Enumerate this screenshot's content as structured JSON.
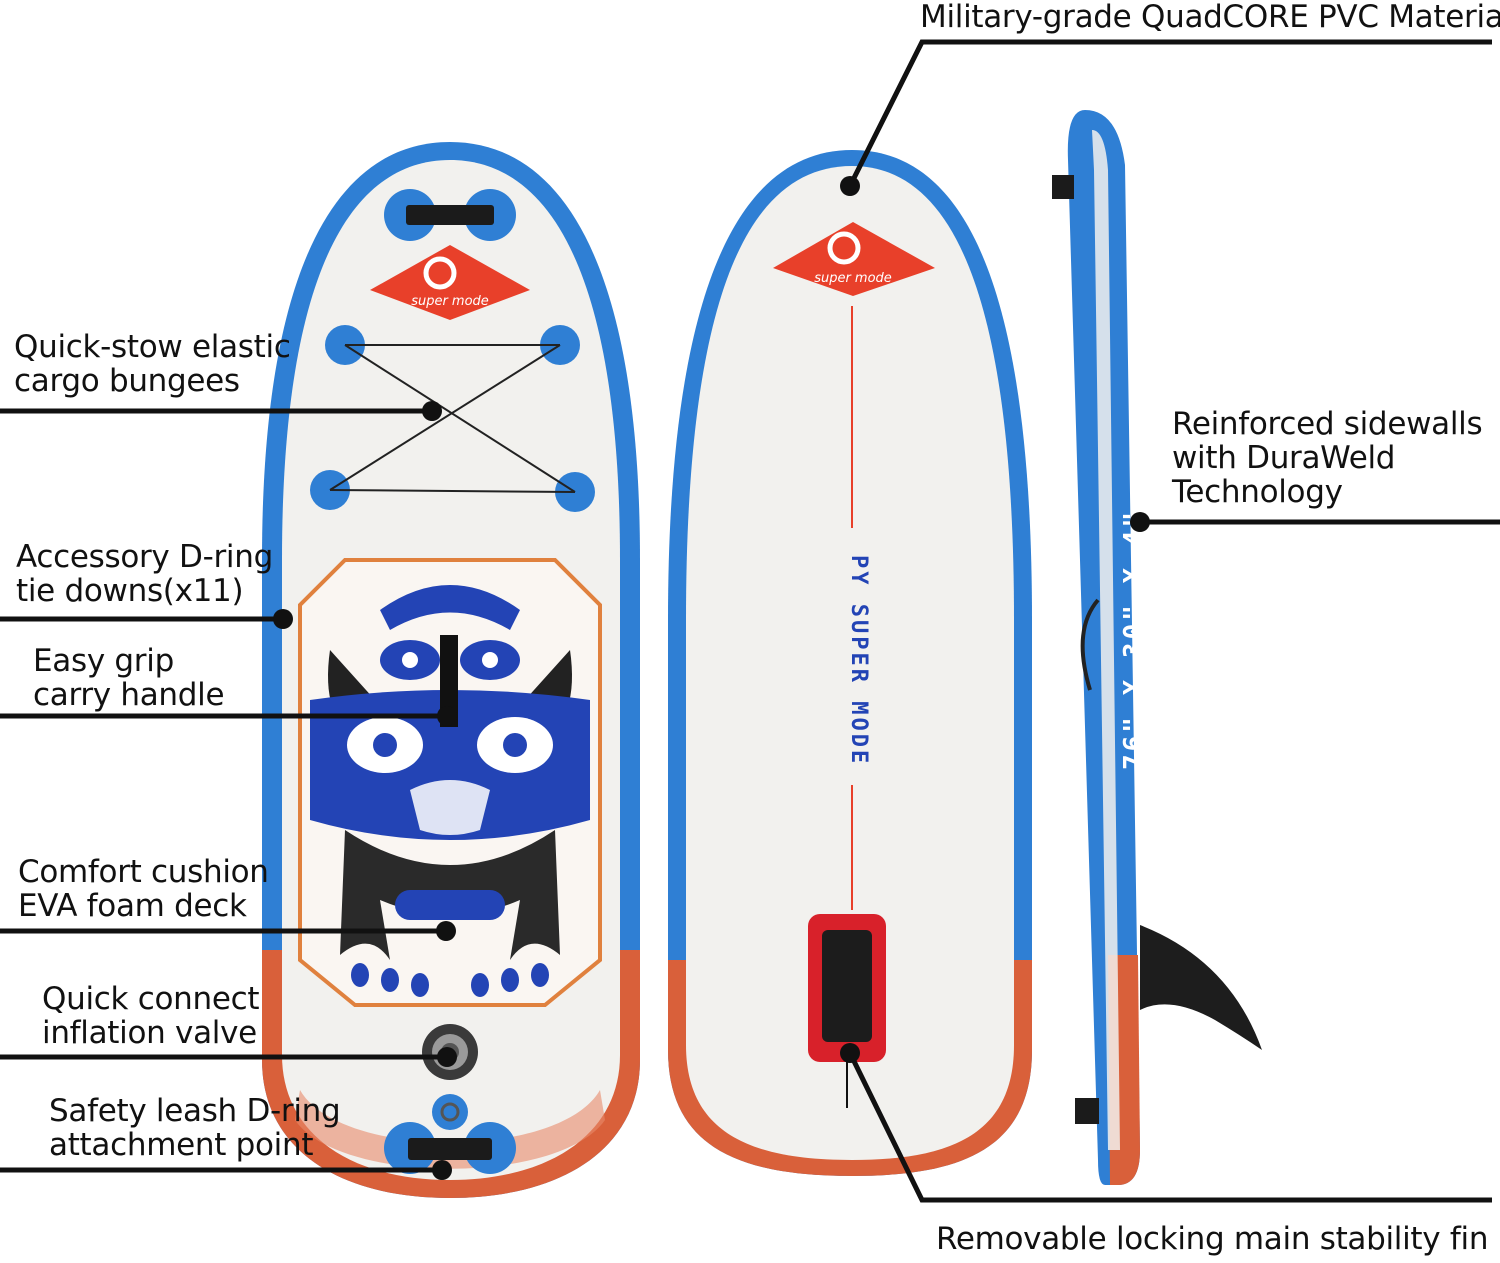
{
  "callouts": {
    "cargo_bungees": [
      "Quick-stow elastic",
      "cargo bungees"
    ],
    "d_ring_tie_downs": [
      "Accessory D-ring",
      "tie downs(x11)"
    ],
    "carry_handle": [
      "Easy grip",
      "carry handle"
    ],
    "eva_deck": [
      "Comfort cushion",
      "EVA foam deck"
    ],
    "inflation_valve": [
      "Quick connect",
      "inflation valve"
    ],
    "leash_d_ring": [
      "Safety leash D-ring",
      "attachment point"
    ],
    "pvc_material": [
      "Military-grade QuadCORE PVC Material"
    ],
    "sidewalls": [
      "Reinforced sidewalls",
      "with DuraWeld",
      "Technology"
    ],
    "stability_fin": [
      "Removable locking main stability fin"
    ]
  },
  "board_print": {
    "brand_logo_text": "super mode",
    "bottom_text": "PY SUPER MODE",
    "dimensions_text": "76\" X 30\" X 4\""
  },
  "colors": {
    "board_blue": "#2f7fd4",
    "board_orange": "#d9603a",
    "logo_red": "#e8402a",
    "deck_blue": "#2344b5",
    "deck_white": "#f2f1ee"
  }
}
